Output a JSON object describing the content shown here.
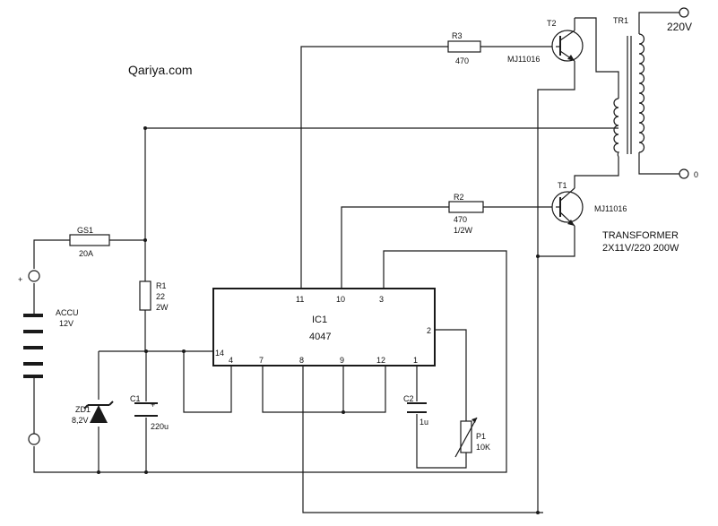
{
  "watermark": "Qariya.com",
  "battery": {
    "name": "ACCU",
    "voltage": "12V",
    "plus": "+",
    "minus": "-"
  },
  "fuse": {
    "ref": "GS1",
    "value": "20A"
  },
  "r1": {
    "ref": "R1",
    "value": "22",
    "power": "2W"
  },
  "r2": {
    "ref": "R2",
    "value": "470",
    "power": "1/2W"
  },
  "r3": {
    "ref": "R3",
    "value": "470"
  },
  "zener": {
    "ref": "ZD1",
    "value": "8,2V"
  },
  "c1": {
    "ref": "C1",
    "value": "220u",
    "plus": "+"
  },
  "c2": {
    "ref": "C2",
    "value": "1u"
  },
  "pot": {
    "ref": "P1",
    "value": "10K"
  },
  "ic": {
    "ref": "IC1",
    "part": "4047",
    "pins": {
      "p11": "11",
      "p10": "10",
      "p3": "3",
      "p2": "2",
      "p14": "14",
      "p4": "4",
      "p7": "7",
      "p8": "8",
      "p9": "9",
      "p12": "12",
      "p1": "1"
    }
  },
  "t1": {
    "ref": "T1",
    "part": "MJ11016"
  },
  "t2": {
    "ref": "T2",
    "part": "MJ11016"
  },
  "transformer": {
    "ref": "TR1",
    "line1": "TRANSFORMER",
    "line2": "2X11V/220 200W"
  },
  "output": {
    "voltage": "220V",
    "zero": "0"
  }
}
